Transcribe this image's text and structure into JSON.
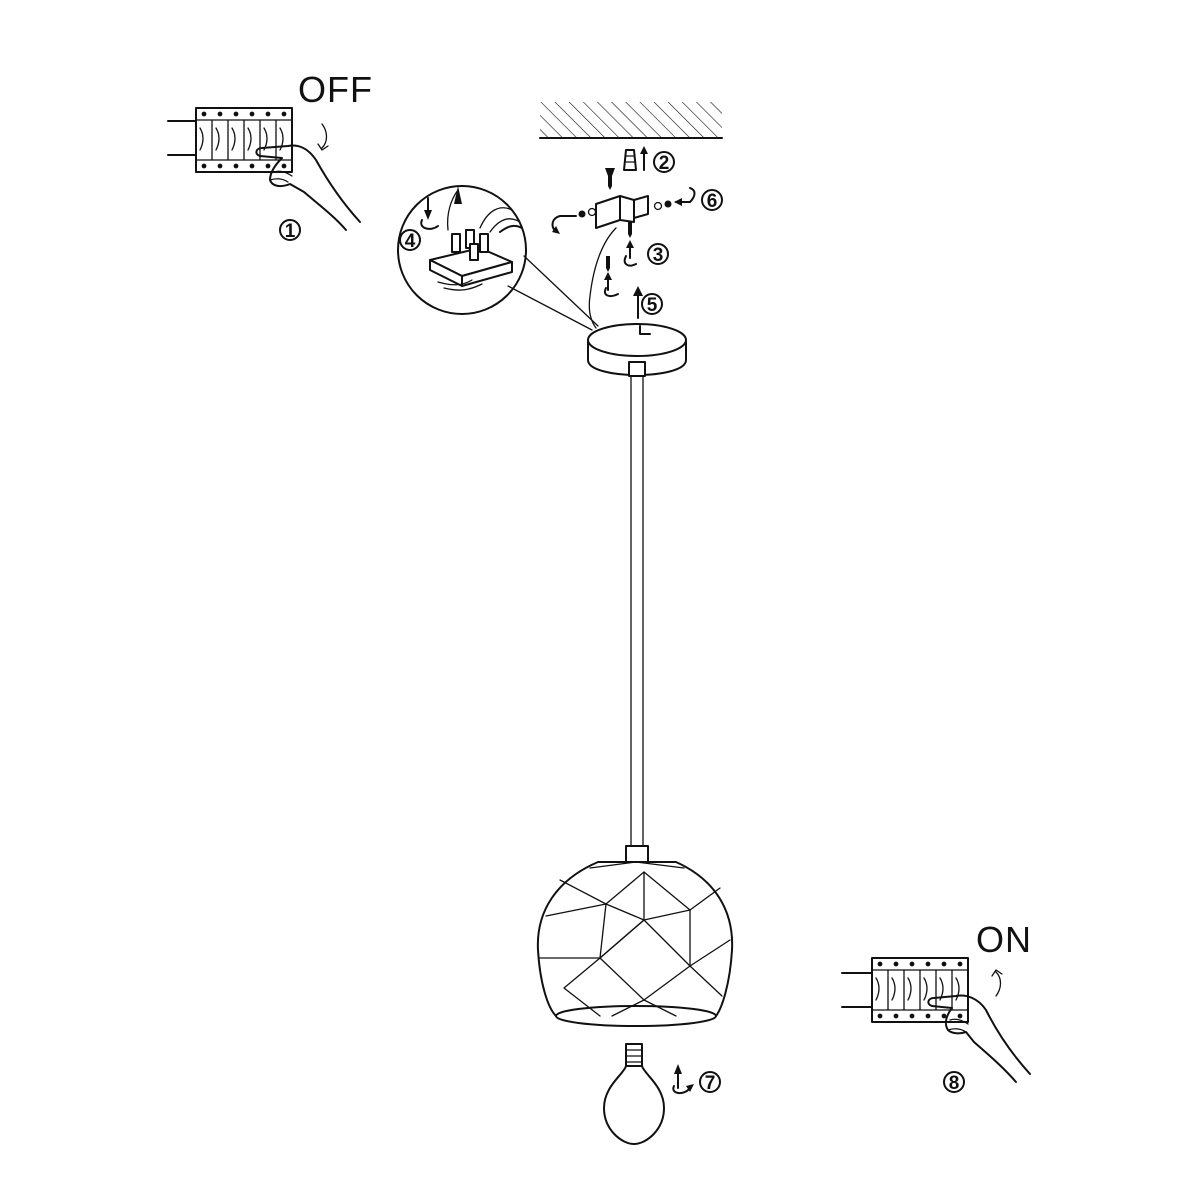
{
  "labels": {
    "off": "OFF",
    "on": "ON"
  },
  "steps": {
    "s1": "1",
    "s2": "2",
    "s3": "3",
    "s4": "4",
    "s5": "5",
    "s6": "6",
    "s7": "7",
    "s8": "8"
  },
  "colors": {
    "line": "#111111",
    "background": "#ffffff"
  }
}
